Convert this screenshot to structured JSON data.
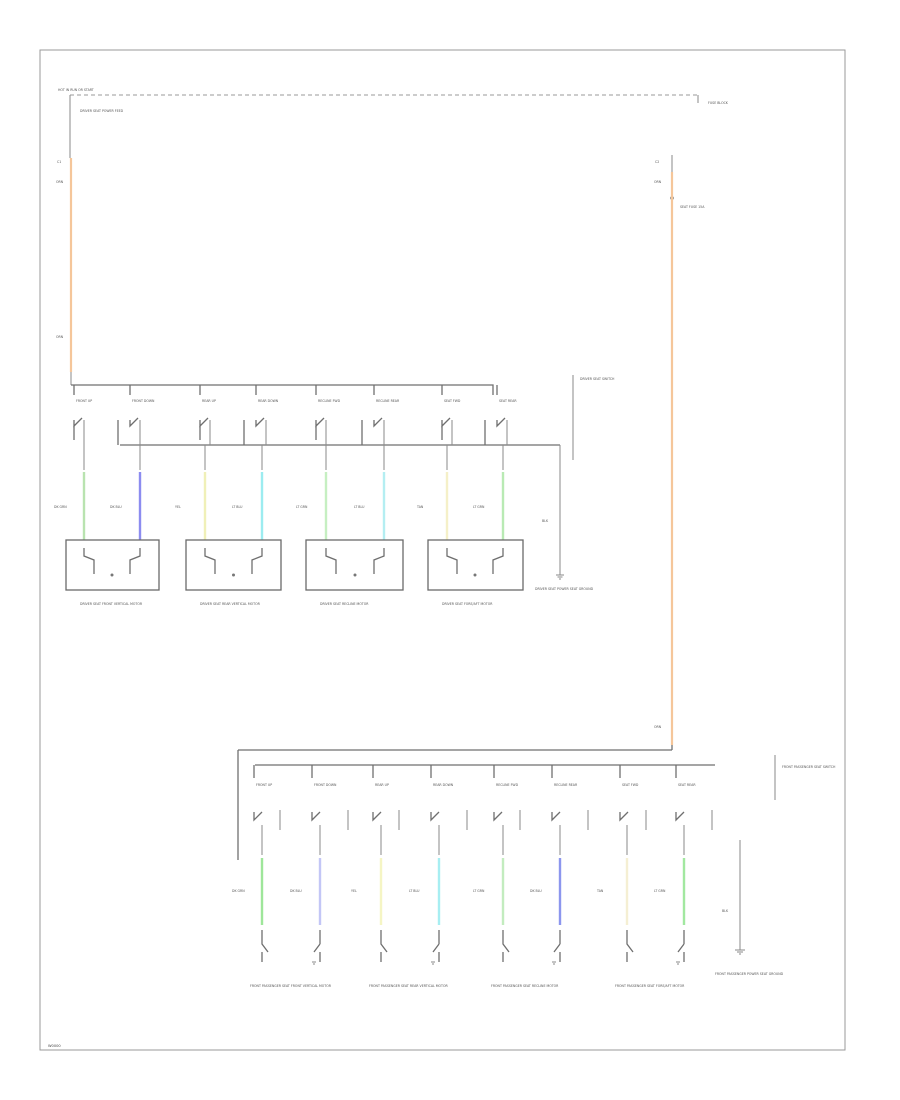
{
  "diagram": {
    "footer_code": "W0000",
    "top_bus": {
      "label": "HOT IN RUN OR START"
    },
    "fuse_block": {
      "label": "FUSE BLOCK"
    },
    "left_feed": {
      "conn_label": "DRIVER SEAT POWER FEED",
      "wire_top": "ORN",
      "wire_bottom": "ORN",
      "pin": "C1"
    },
    "right_feed": {
      "conn_label": "SEAT FUSE 15A",
      "wire_top": "ORN",
      "wire_bottom": "ORN",
      "pin": "C2"
    },
    "driver_module": {
      "label": "DRIVER SEAT SWITCH"
    },
    "passenger_module": {
      "label": "FRONT PASSENGER SEAT SWITCH"
    },
    "driver_motors": [
      {
        "label": "DRIVER SEAT FRONT VERTICAL MOTOR"
      },
      {
        "label": "DRIVER SEAT REAR VERTICAL MOTOR"
      },
      {
        "label": "DRIVER SEAT RECLINE MOTOR"
      },
      {
        "label": "DRIVER SEAT FORE/AFT MOTOR"
      }
    ],
    "driver_ground": {
      "label": "DRIVER SEAT POWER SEAT GROUND",
      "wire": "BLK"
    },
    "passenger_motors": [
      {
        "label": "FRONT PASSENGER SEAT FRONT VERTICAL MOTOR"
      },
      {
        "label": "FRONT PASSENGER SEAT REAR VERTICAL MOTOR"
      },
      {
        "label": "FRONT PASSENGER SEAT RECLINE MOTOR"
      },
      {
        "label": "FRONT PASSENGER SEAT FORE/AFT MOTOR"
      }
    ],
    "passenger_ground": {
      "label": "FRONT PASSENGER POWER SEAT GROUND",
      "wire": "BLK"
    },
    "switches_driver": [
      "FRONT UP",
      "FRONT DOWN",
      "REAR UP",
      "REAR DOWN",
      "RECLINE FWD",
      "RECLINE REAR",
      "SEAT FWD",
      "SEAT REAR"
    ],
    "switches_passenger": [
      "FRONT UP",
      "FRONT DOWN",
      "REAR UP",
      "REAR DOWN",
      "RECLINE FWD",
      "RECLINE REAR",
      "SEAT FWD",
      "SEAT REAR"
    ],
    "wires_driver": [
      {
        "name": "DK GRN",
        "color": "#b9e3b0"
      },
      {
        "name": "DK BLU",
        "color": "#8c8cf0"
      },
      {
        "name": "YEL",
        "color": "#f0f0b8"
      },
      {
        "name": "LT BLU",
        "color": "#9cecf0"
      },
      {
        "name": "LT GRN",
        "color": "#c6efc2"
      },
      {
        "name": "LT BLU",
        "color": "#b4eef2"
      },
      {
        "name": "TAN",
        "color": "#f5f0c8"
      },
      {
        "name": "LT GRN",
        "color": "#b9eab4"
      }
    ],
    "wires_passenger": [
      {
        "name": "DK GRN",
        "color": "#9ee69a"
      },
      {
        "name": "DK BLU",
        "color": "#c3c6f6"
      },
      {
        "name": "YEL",
        "color": "#f5f5c4"
      },
      {
        "name": "LT BLU",
        "color": "#a7eef2"
      },
      {
        "name": "LT GRN",
        "color": "#c3ecbf"
      },
      {
        "name": "DK BLU",
        "color": "#8c96ee"
      },
      {
        "name": "TAN",
        "color": "#f5efd3"
      },
      {
        "name": "LT GRN",
        "color": "#a2e8a0"
      }
    ],
    "feed_wire_color": "#f5c69a"
  }
}
